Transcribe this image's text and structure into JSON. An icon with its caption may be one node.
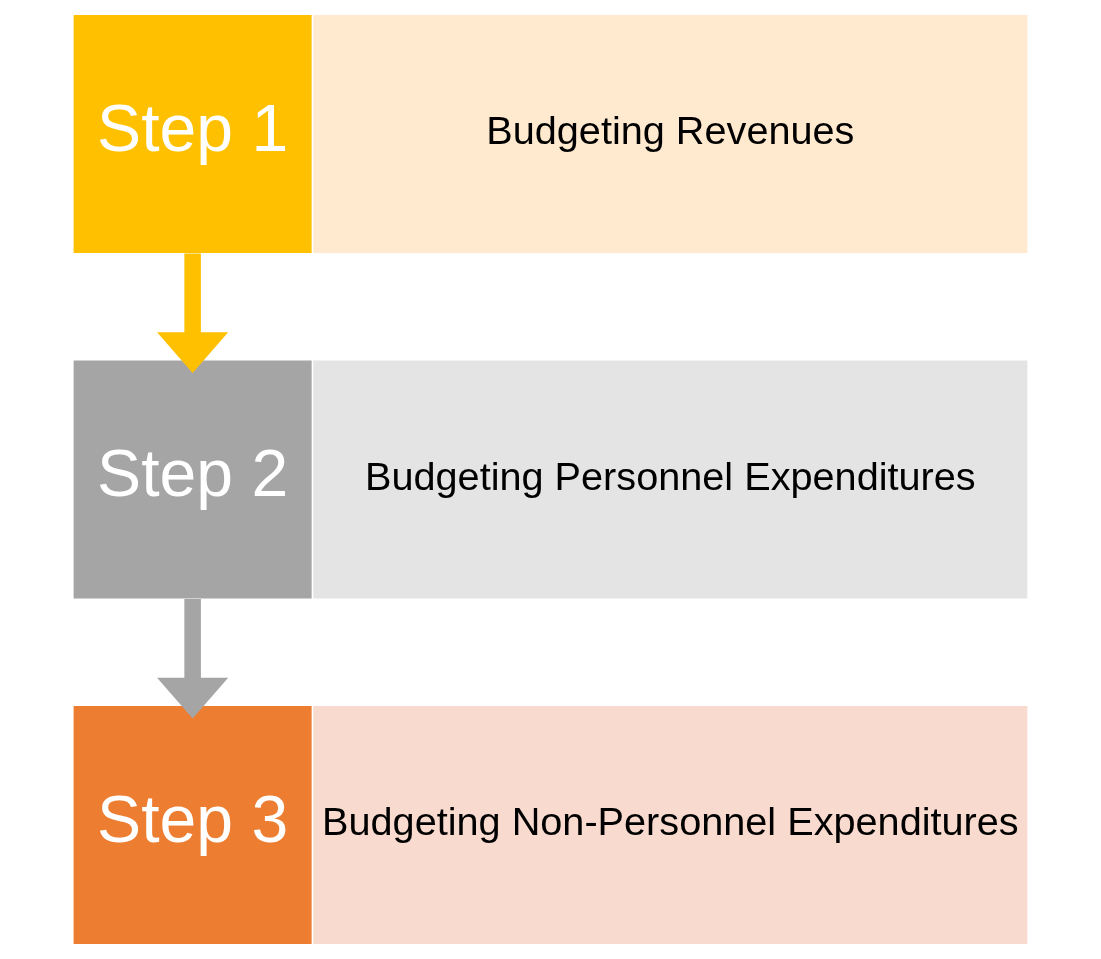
{
  "diagram": {
    "nodes": [
      {
        "text": [
          "Step 1"
        ]
      },
      {
        "text": [
          "Budgeting Revenues"
        ]
      },
      {
        "text": [
          "Step 2"
        ]
      },
      {
        "text": [
          "Budgeting Personnel Expenditures"
        ]
      },
      {
        "text": [
          "Step 3"
        ]
      },
      {
        "text": [
          "Budgeting Non-Personnel Expenditures"
        ]
      }
    ],
    "edges": [
      {
        "from": 0,
        "to": 2,
        "arrow": "to",
        "color": "#ffc000"
      },
      {
        "from": 2,
        "to": 4,
        "arrow": "to",
        "color": "#a5a5a5"
      }
    ]
  }
}
